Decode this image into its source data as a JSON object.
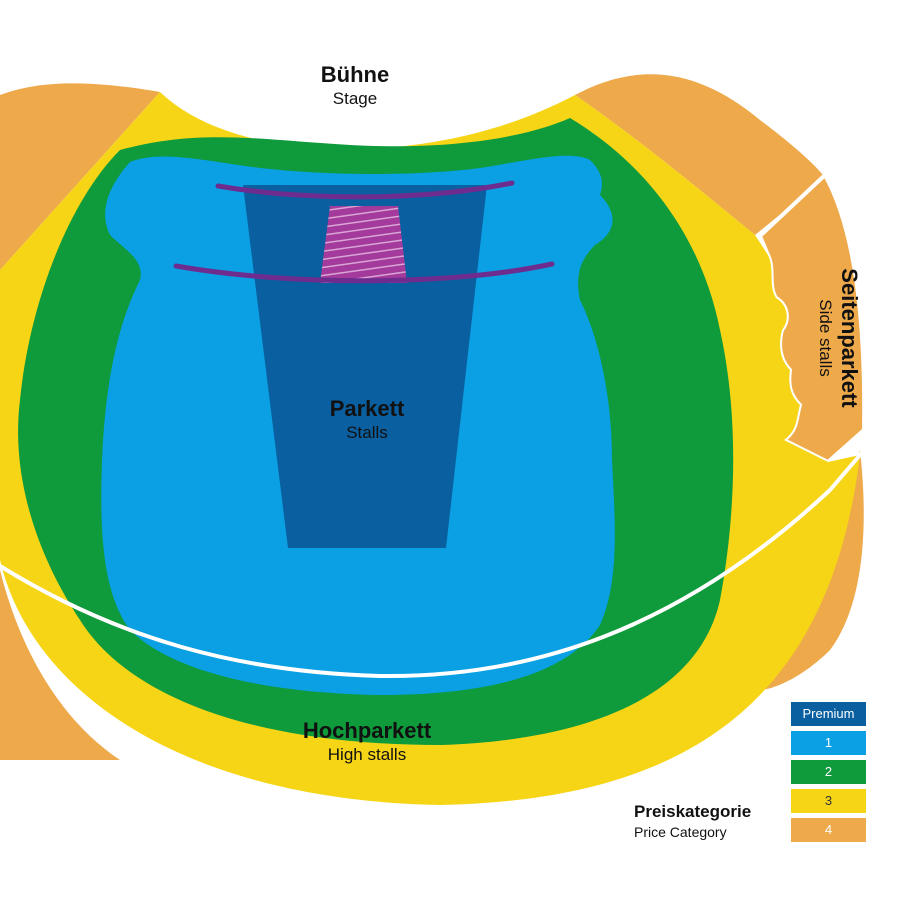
{
  "labels": {
    "stage": {
      "main": "Bühne",
      "sub": "Stage"
    },
    "parkett": {
      "main": "Parkett",
      "sub": "Stalls"
    },
    "hochparkett": {
      "main": "Hochparkett",
      "sub": "High stalls"
    },
    "seitenparkett": {
      "main": "Seitenparkett",
      "sub": "Side stalls"
    }
  },
  "legend": {
    "title": "Preiskategorie",
    "subtitle": "Price Category",
    "items": [
      {
        "label": "Premium",
        "color": "#0a5fa0"
      },
      {
        "label": "1",
        "color": "#0aa0e3"
      },
      {
        "label": "2",
        "color": "#0f9a3b"
      },
      {
        "label": "3",
        "color": "#f6d517"
      },
      {
        "label": "4",
        "color": "#eea94a"
      }
    ]
  },
  "colors": {
    "premium": "#0a5fa0",
    "cat1": "#0aa0e3",
    "cat2": "#0f9a3b",
    "cat3": "#f6d517",
    "cat4": "#eea94a",
    "highlight": "#a43a9c",
    "row_line": "#6d2c8e"
  }
}
